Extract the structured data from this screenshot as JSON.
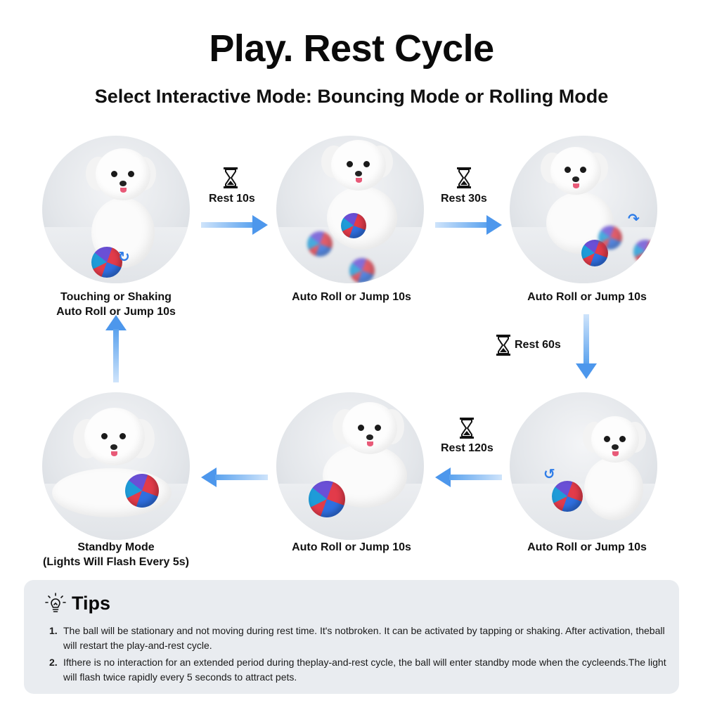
{
  "header": {
    "title": "Play. Rest Cycle",
    "subtitle": "Select Interactive Mode: Bouncing Mode or Rolling Mode"
  },
  "steps": [
    {
      "id": "step-1",
      "caption_line1": "Touching or Shaking",
      "caption_line2": "Auto Roll or Jump 10s"
    },
    {
      "id": "step-2",
      "caption_line1": "Auto Roll or Jump 10s",
      "caption_line2": ""
    },
    {
      "id": "step-3",
      "caption_line1": "Auto Roll or Jump 10s",
      "caption_line2": ""
    },
    {
      "id": "step-4",
      "caption_line1": "Auto Roll or Jump 10s",
      "caption_line2": ""
    },
    {
      "id": "step-5",
      "caption_line1": "Auto Roll or Jump 10s",
      "caption_line2": ""
    },
    {
      "id": "step-6",
      "caption_line1": "Standby Mode",
      "caption_line2": "(Lights Will Flash Every 5s)"
    }
  ],
  "rests": {
    "rest1": "Rest 10s",
    "rest2": "Rest 30s",
    "rest3": "Rest 60s",
    "rest4": "Rest 120s"
  },
  "tips": {
    "title": "Tips",
    "items": [
      {
        "num": "1.",
        "text": "The ball will be stationary and not moving during rest time. It's notbroken. It can be activated by tapping or shaking. After activation, theball will restart the play-and-rest cycle."
      },
      {
        "num": "2.",
        "text": "Ifthere is no interaction for an extended period during theplay-and-rest cycle, the ball will enter standby mode when the cycleends.The light will flash twice rapidly every 5 seconds to attract pets."
      }
    ]
  },
  "colors": {
    "arrow": "#4d97ec",
    "tips_bg": "#e9ecf0"
  }
}
